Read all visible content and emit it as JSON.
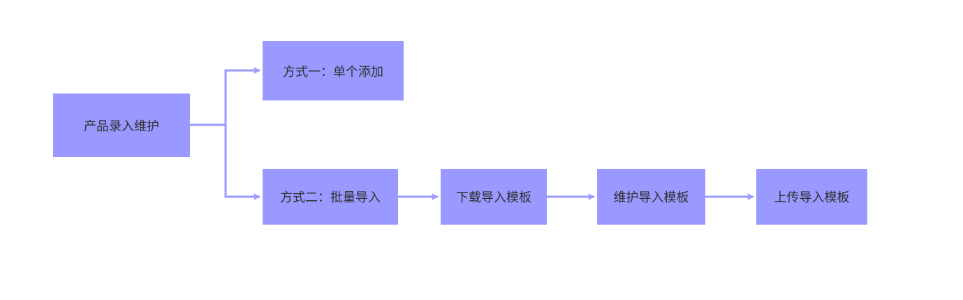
{
  "colors": {
    "node_fill": "#9999ff",
    "connector": "#9999ff",
    "text": "#2f2f2f"
  },
  "nodes": {
    "root": "产品录入维护",
    "single": "方式一：单个添加",
    "batch": "方式二：批量导入",
    "download": "下载导入模板",
    "maintain": "维护导入模板",
    "upload": "上传导入模板"
  }
}
